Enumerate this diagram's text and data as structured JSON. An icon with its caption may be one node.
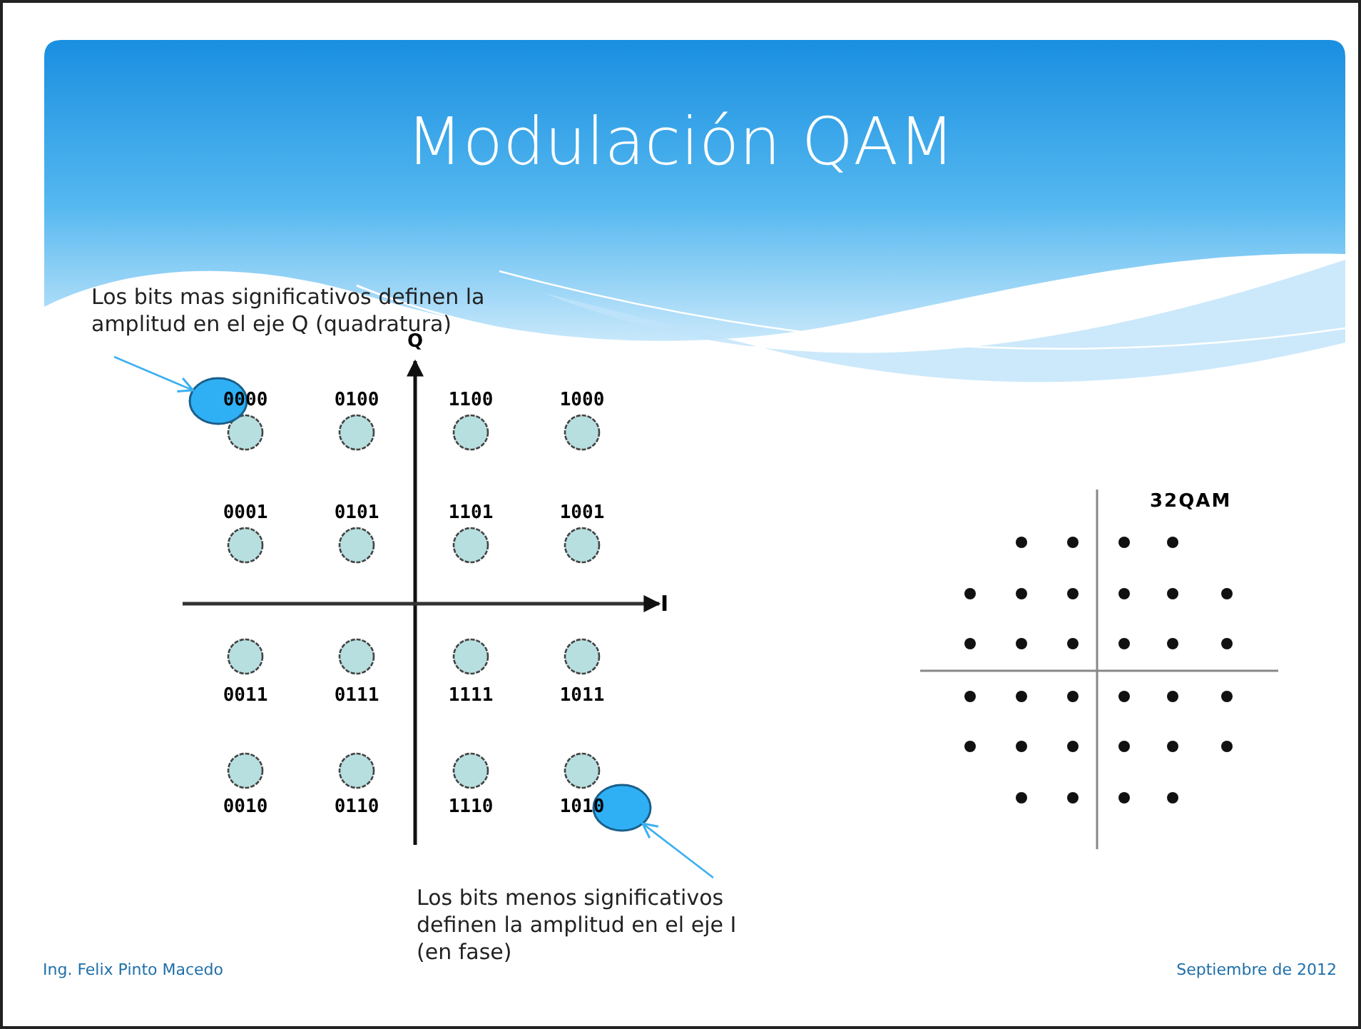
{
  "diagram": {
    "title": "Modulación QAM",
    "nodes": [
      {
        "text": [
          "Los bits mas significativos definen la amplitud en el eje Q (quadratura)"
        ]
      },
      {
        "text": [],
        "shape": "circle"
      },
      {
        "text": [
          "Los bits menos significativos definen la amplitud en el eje I (en fase)"
        ]
      },
      {
        "text": [],
        "shape": "circle"
      }
    ],
    "edges": [
      {
        "from": 0,
        "to": 1,
        "arrow": "to"
      },
      {
        "from": 2,
        "to": 3,
        "arrow": "to"
      }
    ],
    "labels": [
      "Q",
      "0000",
      "0100",
      "1100",
      "1000",
      "0001",
      "0101",
      "1101",
      "1001",
      "I",
      "0011",
      "0111",
      "1111",
      "1011",
      "0010",
      "0110",
      "1110",
      "1010",
      "32QAM",
      "Ing. Felix Pinto Macedo",
      "Septiembre de 2012"
    ]
  }
}
